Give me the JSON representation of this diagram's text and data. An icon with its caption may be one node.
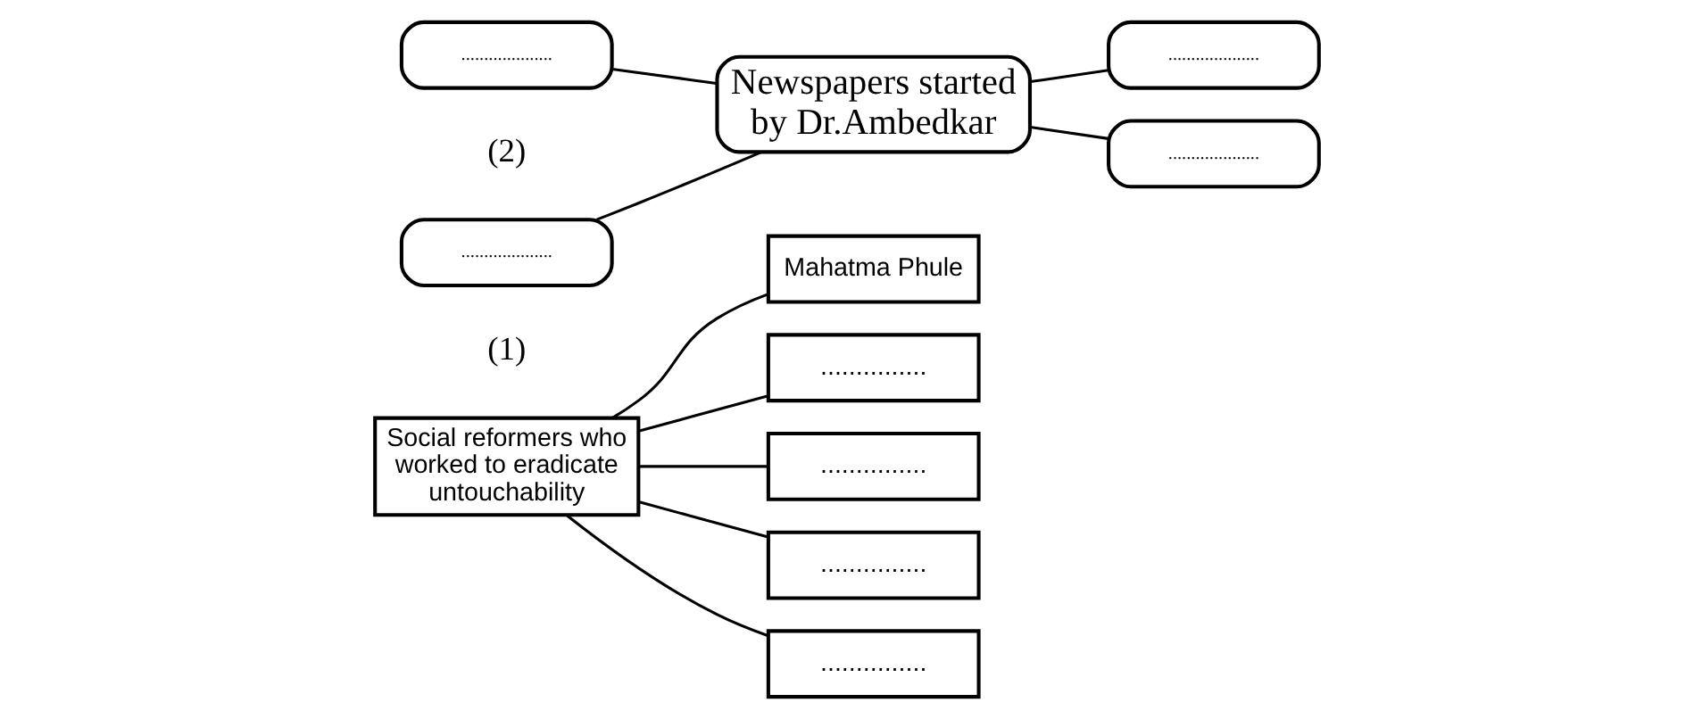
{
  "diagram": {
    "nodes": [
      {
        "text": [
          "Social reformers who worked to eradicate untouchability"
        ]
      },
      {
        "text": [
          "Mahatma Phule"
        ]
      },
      {
        "text": [
          "..............."
        ]
      },
      {
        "text": [
          "..............."
        ]
      },
      {
        "text": [
          "..............."
        ]
      },
      {
        "text": [
          "..............."
        ]
      },
      {
        "text": [
          "...................."
        ]
      },
      {
        "text": [
          "...................."
        ]
      },
      {
        "text": [
          "Newspapers started by Dr.Ambedkar"
        ]
      },
      {
        "text": [
          "...................."
        ]
      },
      {
        "text": [
          "...................."
        ]
      }
    ],
    "edges": [
      {
        "from": 0,
        "to": 1,
        "arrow": "none"
      },
      {
        "from": 0,
        "to": 2,
        "arrow": "none"
      },
      {
        "from": 0,
        "to": 3,
        "arrow": "none"
      },
      {
        "from": 0,
        "to": 4,
        "arrow": "none"
      },
      {
        "from": 0,
        "to": 5,
        "arrow": "none"
      },
      {
        "from": 6,
        "to": 8,
        "arrow": "none"
      },
      {
        "from": 7,
        "to": 8,
        "arrow": "none"
      },
      {
        "from": 8,
        "to": 9,
        "arrow": "none"
      },
      {
        "from": 8,
        "to": 10,
        "arrow": "none"
      }
    ],
    "labels": [
      "(1)",
      "(2)"
    ]
  }
}
